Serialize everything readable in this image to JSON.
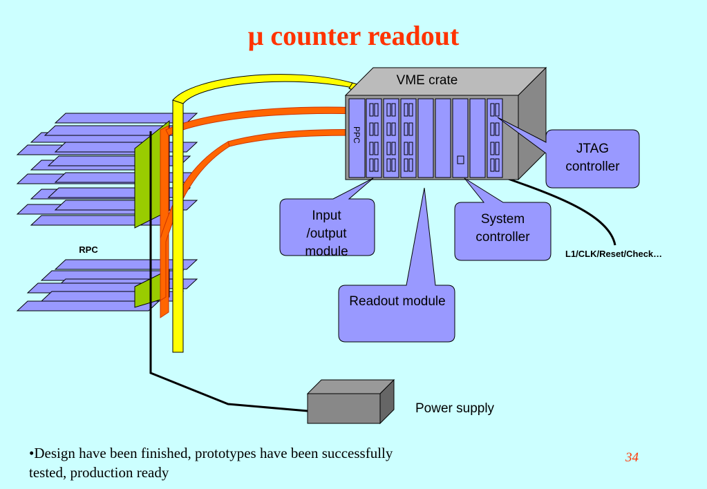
{
  "title": "μ counter readout",
  "labels": {
    "vme_crate": "VME crate",
    "ppc": "PPC",
    "rpc": "RPC",
    "jtag": "JTAG controller",
    "input_output": "Input /output module",
    "system_controller": "System controller",
    "readout_module": "Readout module",
    "signals": "L1/CLK/Reset/Check…",
    "power_supply": "Power supply"
  },
  "bullet": "•Design  have been finished,  prototypes have been successfully tested, production ready",
  "page_number": "34",
  "colors": {
    "background": "#ccffff",
    "title": "#ff3300",
    "rpc_plate": "#9999ff",
    "callout_fill": "#9999ff",
    "crate_gray": "#999999",
    "cable_yellow": "#ffff00",
    "cable_orange": "#ff6600",
    "board_green": "#99cc00"
  }
}
